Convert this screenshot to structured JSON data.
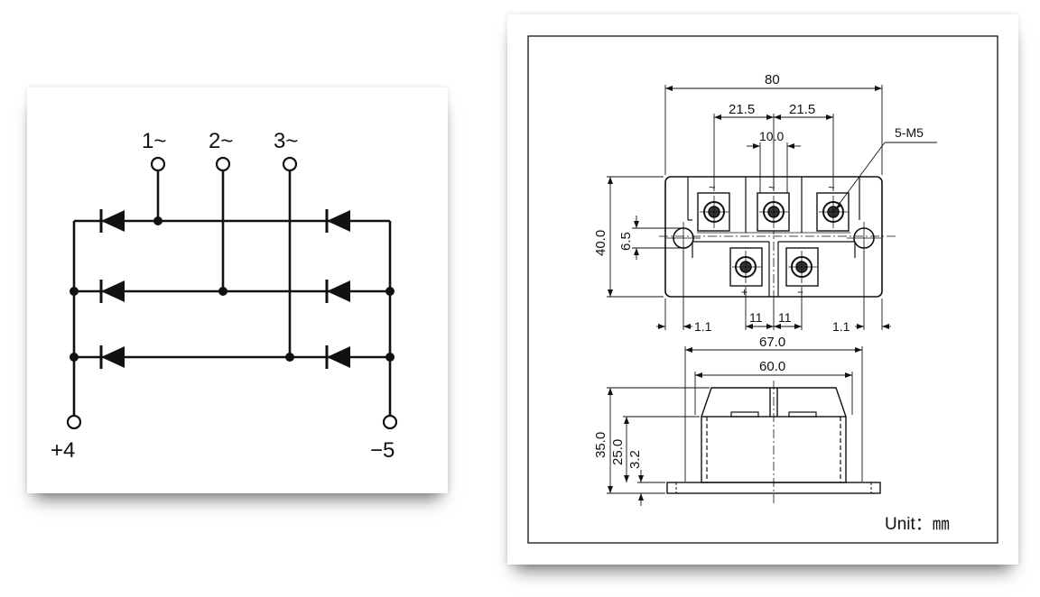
{
  "circuit": {
    "terminals": {
      "t1": "1~",
      "t2": "2~",
      "t3": "3~",
      "t4": "+4",
      "t5": "−5"
    }
  },
  "dimensions": {
    "width_overall": "80",
    "pitch_left": "21.5",
    "pitch_right": "21.5",
    "center_width": "10.0",
    "screw_label": "5-M5",
    "height_overall": "40.0",
    "hole_offset": "6.5",
    "edge_left": "1.1",
    "edge_right": "1.1",
    "pitch_lower_left": "11",
    "pitch_lower_right": "11",
    "case_width": "67.0",
    "body_width": "60.0",
    "total_height": "35.0",
    "case_height": "25.0",
    "base_thickness": "3.2",
    "ac_symbol": "~",
    "plus_symbol": "+",
    "minus_symbol": "−",
    "unit_label": "Unit：㎜"
  }
}
